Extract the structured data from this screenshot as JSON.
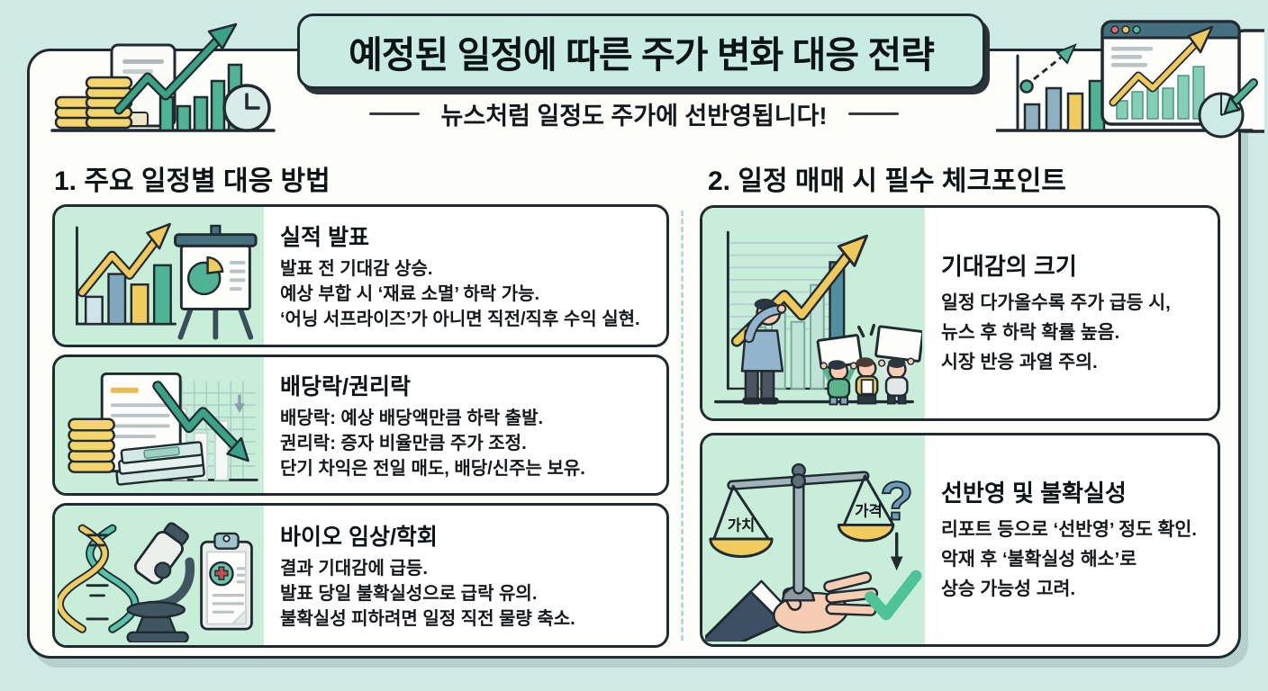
{
  "header": {
    "title": "예정된 일정에 따른 주가 변화 대응 전략",
    "subtitle": "뉴스처럼 일정도 주가에 선반영됩니다!"
  },
  "sections": {
    "left": {
      "heading": "1. 주요 일정별 대응 방법",
      "cards": [
        {
          "icon": "earnings-presentation-chart-icon",
          "title": "실적 발표",
          "lines": [
            "발표 전 기대감 상승.",
            "예상 부합 시 ‘재료 소멸’ 하락 가능.",
            "‘어닝 서프라이즈’가 아니면 직전/직후 수익 실현."
          ]
        },
        {
          "icon": "dividend-drop-chart-icon",
          "title": "배당락/권리락",
          "lines": [
            "배당락: 예상 배당액만큼 하락 출발.",
            "권리락: 증자 비율만큼 주가 조정.",
            "단기 차익은 전일 매도, 배당/신주는 보유."
          ]
        },
        {
          "icon": "bio-lab-microscope-clipboard-icon",
          "title": "바이오 임상/학회",
          "lines": [
            "결과 기대감에 급등.",
            "발표 당일 불확실성으로 급락 유의.",
            "불확실성 피하려면 일정 직전 물량 축소."
          ]
        }
      ]
    },
    "right": {
      "heading": "2. 일정 매매 시 필수 체크포인트",
      "cards": [
        {
          "icon": "crowd-expectation-chart-icon",
          "title": "기대감의 크기",
          "lines": [
            "일정 다가올수록 주가 급등 시,",
            "뉴스 후 하락 확률 높음.",
            "시장 반응 과열 주의."
          ]
        },
        {
          "icon": "balance-scale-hand-icon",
          "title": "선반영 및 불확실성",
          "lines": [
            "리포트 등으로 ‘선반영’ 정도 확인.",
            "악재 후 ‘불확실성 해소’로",
            "상승 가능성 고려."
          ]
        }
      ]
    }
  },
  "illus": {
    "scale_left_label": "가치",
    "scale_right_label": "가격"
  },
  "colors": {
    "background": "#cfe9e4",
    "panel": "#fdfdfa",
    "outline": "#202a30",
    "mint_card": "#c8eeda",
    "mint_title": "#c9ece2",
    "accent_green": "#3ba287",
    "accent_teal_bar": "#4fb394",
    "accent_yellow": "#f0c95c",
    "steel_blue": "#7fa8bd",
    "coin_yellow": "#f3d56b"
  }
}
